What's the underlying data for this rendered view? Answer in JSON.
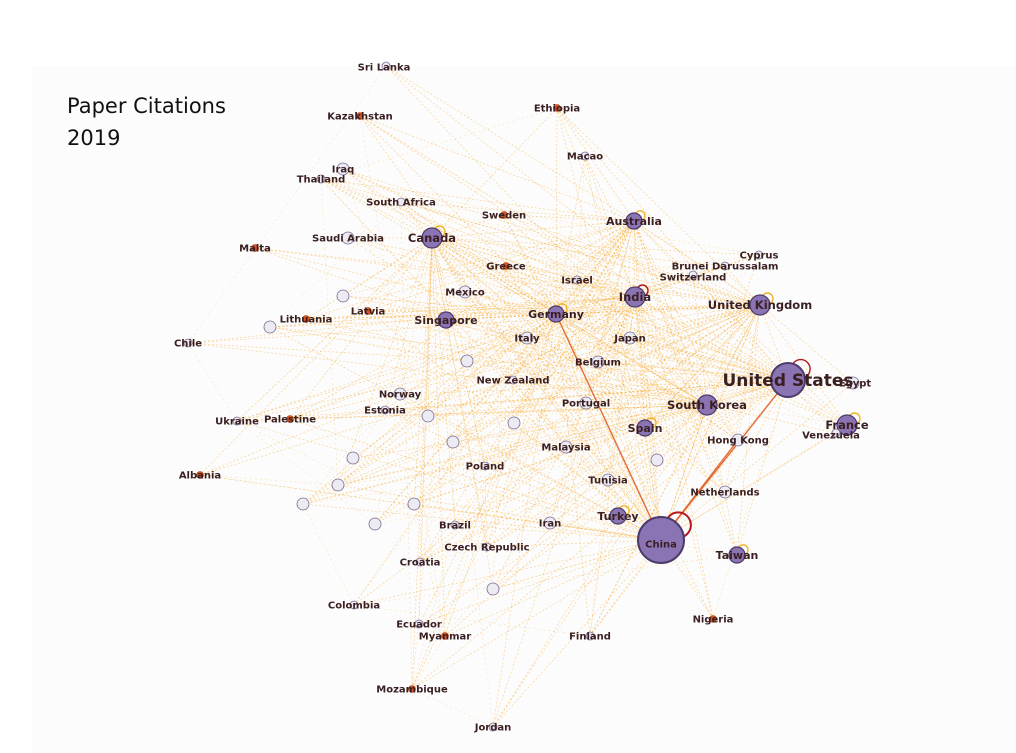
{
  "title": {
    "line1": "Paper Citations",
    "line2": "2019"
  },
  "colors": {
    "node_fill": "#8b74b3",
    "node_stroke": "#4b3a6b",
    "small_node_fill": "#eceaf3",
    "orange_node": "#d9541e",
    "edge": "#f5a623",
    "edge_strong": "#e0612a",
    "self_loop": "#b4171e",
    "self_loop_alt": "#f0b429",
    "label": "#3a1f22"
  },
  "nodes": [
    {
      "id": "China",
      "label": "China",
      "tier": "huge"
    },
    {
      "id": "United States",
      "label": "United States",
      "tier": "large"
    },
    {
      "id": "India",
      "label": "India",
      "tier": "medium"
    },
    {
      "id": "United Kingdom",
      "label": "United Kingdom",
      "tier": "medium"
    },
    {
      "id": "South Korea",
      "label": "South Korea",
      "tier": "medium"
    },
    {
      "id": "France",
      "label": "France",
      "tier": "medium"
    },
    {
      "id": "Canada",
      "label": "Canada",
      "tier": "medium"
    },
    {
      "id": "Australia",
      "label": "Australia",
      "tier": "small"
    },
    {
      "id": "Germany",
      "label": "Germany",
      "tier": "small"
    },
    {
      "id": "Singapore",
      "label": "Singapore",
      "tier": "small"
    },
    {
      "id": "Turkey",
      "label": "Turkey",
      "tier": "small"
    },
    {
      "id": "Taiwan",
      "label": "Taiwan",
      "tier": "small"
    },
    {
      "id": "Spain",
      "label": "Spain",
      "tier": "small"
    },
    {
      "id": "Italy",
      "label": "Italy",
      "tier": "tiny"
    },
    {
      "id": "Japan",
      "label": "Japan",
      "tier": "tiny"
    },
    {
      "id": "Belgium",
      "label": "Belgium",
      "tier": "tiny"
    },
    {
      "id": "Hong Kong",
      "label": "Hong Kong",
      "tier": "tiny"
    },
    {
      "id": "Netherlands",
      "label": "Netherlands",
      "tier": "tiny"
    },
    {
      "id": "Malaysia",
      "label": "Malaysia",
      "tier": "tiny"
    },
    {
      "id": "Tunisia",
      "label": "Tunisia",
      "tier": "tiny"
    },
    {
      "id": "Portugal",
      "label": "Portugal",
      "tier": "tiny"
    },
    {
      "id": "Iran",
      "label": "Iran",
      "tier": "tiny"
    },
    {
      "id": "Egypt",
      "label": "Egypt",
      "tier": "tiny"
    },
    {
      "id": "Venezuela",
      "label": "Venezuela",
      "tier": "dot"
    },
    {
      "id": "Sri Lanka",
      "label": "Sri Lanka",
      "tier": "dot"
    },
    {
      "id": "Kazakhstan",
      "label": "Kazakhstan",
      "tier": "orange"
    },
    {
      "id": "Ethiopia",
      "label": "Ethiopia",
      "tier": "orange"
    },
    {
      "id": "Macao",
      "label": "Macao",
      "tier": "dot"
    },
    {
      "id": "Iraq",
      "label": "Iraq",
      "tier": "tiny"
    },
    {
      "id": "Thailand",
      "label": "Thailand",
      "tier": "dot"
    },
    {
      "id": "South Africa",
      "label": "South Africa",
      "tier": "dot"
    },
    {
      "id": "Sweden",
      "label": "Sweden",
      "tier": "orange"
    },
    {
      "id": "Saudi Arabia",
      "label": "Saudi Arabia",
      "tier": "tiny"
    },
    {
      "id": "Malta",
      "label": "Malta",
      "tier": "orange"
    },
    {
      "id": "Greece",
      "label": "Greece",
      "tier": "orange"
    },
    {
      "id": "Cyprus",
      "label": "Cyprus",
      "tier": "dot"
    },
    {
      "id": "Brunei Darussalam",
      "label": "Brunei Darussalam",
      "tier": "dot"
    },
    {
      "id": "Switzerland",
      "label": "Switzerland",
      "tier": "dot"
    },
    {
      "id": "Israel",
      "label": "Israel",
      "tier": "dot"
    },
    {
      "id": "Mexico",
      "label": "Mexico",
      "tier": "tiny"
    },
    {
      "id": "Latvia",
      "label": "Latvia",
      "tier": "orange"
    },
    {
      "id": "Lithuania",
      "label": "Lithuania",
      "tier": "orange"
    },
    {
      "id": "Chile",
      "label": "Chile",
      "tier": "dot"
    },
    {
      "id": "Norway",
      "label": "Norway",
      "tier": "tiny"
    },
    {
      "id": "Estonia",
      "label": "Estonia",
      "tier": "dot"
    },
    {
      "id": "New Zealand",
      "label": "New Zealand",
      "tier": "dot"
    },
    {
      "id": "Ukraine",
      "label": "Ukraine",
      "tier": "dot"
    },
    {
      "id": "Palestine",
      "label": "Palestine",
      "tier": "orange"
    },
    {
      "id": "Albania",
      "label": "Albania",
      "tier": "orange"
    },
    {
      "id": "Poland",
      "label": "Poland",
      "tier": "dot"
    },
    {
      "id": "Brazil",
      "label": "Brazil",
      "tier": "dot"
    },
    {
      "id": "Czech Republic",
      "label": "Czech Republic",
      "tier": "dot"
    },
    {
      "id": "Croatia",
      "label": "Croatia",
      "tier": "dot"
    },
    {
      "id": "Colombia",
      "label": "Colombia",
      "tier": "dot"
    },
    {
      "id": "Ecuador",
      "label": "Ecuador",
      "tier": "dot"
    },
    {
      "id": "Myanmar",
      "label": "Myanmar",
      "tier": "orange"
    },
    {
      "id": "Finland",
      "label": "Finland",
      "tier": "dot"
    },
    {
      "id": "Nigeria",
      "label": "Nigeria",
      "tier": "orange"
    },
    {
      "id": "Mozambique",
      "label": "Mozambique",
      "tier": "orange"
    },
    {
      "id": "Jordan",
      "label": "Jordan",
      "tier": "dot"
    },
    {
      "id": "u1",
      "label": "",
      "tier": "tiny"
    },
    {
      "id": "u2",
      "label": "",
      "tier": "tiny"
    },
    {
      "id": "u3",
      "label": "",
      "tier": "tiny"
    },
    {
      "id": "u4",
      "label": "",
      "tier": "tiny"
    },
    {
      "id": "u5",
      "label": "",
      "tier": "tiny"
    },
    {
      "id": "u6",
      "label": "",
      "tier": "tiny"
    },
    {
      "id": "u7",
      "label": "",
      "tier": "tiny"
    },
    {
      "id": "u8",
      "label": "",
      "tier": "tiny"
    },
    {
      "id": "u9",
      "label": "",
      "tier": "tiny"
    },
    {
      "id": "u10",
      "label": "",
      "tier": "tiny"
    },
    {
      "id": "u11",
      "label": "",
      "tier": "tiny"
    },
    {
      "id": "u12",
      "label": "",
      "tier": "tiny"
    },
    {
      "id": "u13",
      "label": "",
      "tier": "tiny"
    }
  ],
  "self_loops": [
    "China",
    "United States",
    "India",
    "Canada",
    "United Kingdom",
    "France",
    "Australia",
    "Germany",
    "Turkey",
    "Spain",
    "Taiwan"
  ],
  "strong_edges": [
    [
      "China",
      "United States"
    ],
    [
      "China",
      "Germany"
    ],
    [
      "China",
      "Hong Kong"
    ]
  ],
  "hub_targets": [
    "China",
    "United States",
    "India",
    "United Kingdom",
    "South Korea",
    "Australia",
    "Canada",
    "Germany"
  ]
}
